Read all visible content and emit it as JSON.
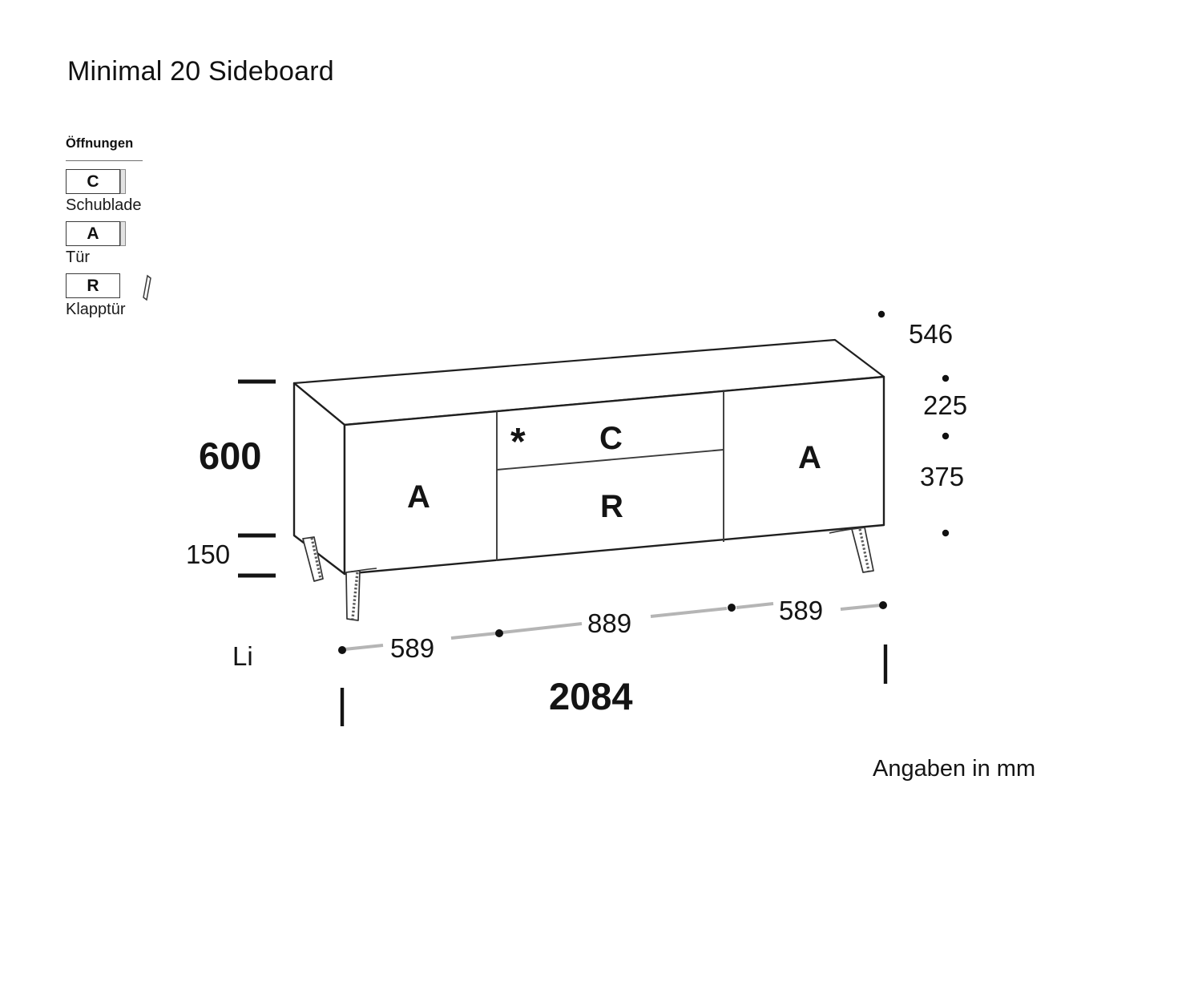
{
  "page": {
    "title": "Minimal 20 Sideboard",
    "unit_note": "Angaben in mm",
    "orientation": "Li"
  },
  "legend": {
    "title": "Öffnungen",
    "items": [
      {
        "code": "C",
        "label": "Schublade",
        "icon": "drawer-icon"
      },
      {
        "code": "A",
        "label": "Tür",
        "icon": "door-icon"
      },
      {
        "code": "R",
        "label": "Klapptür",
        "icon": "flap-door-icon"
      }
    ]
  },
  "drawing": {
    "type": "furniture-elevation",
    "product": "Minimal 20 Sideboard",
    "panels": [
      {
        "name": "left-door",
        "code": "A",
        "marker": ""
      },
      {
        "name": "drawer",
        "code": "C",
        "marker": "*"
      },
      {
        "name": "flap-door",
        "code": "R",
        "marker": ""
      },
      {
        "name": "right-door",
        "code": "A",
        "marker": ""
      }
    ],
    "dimensions": {
      "height_total": "600",
      "plinth_height": "150",
      "depth": "546",
      "drawer_height": "225",
      "door_height": "375",
      "width_total": "2084",
      "segment_left": "589",
      "segment_mid": "889",
      "segment_right": "589"
    }
  },
  "colors": {
    "outline": "#1f1f1f",
    "thin_line": "#3b3b3b",
    "dimension_line": "#b5b5b5",
    "dimension_dot": "#111111",
    "text": "#141414",
    "leg_shade": "#5a5a5a"
  }
}
